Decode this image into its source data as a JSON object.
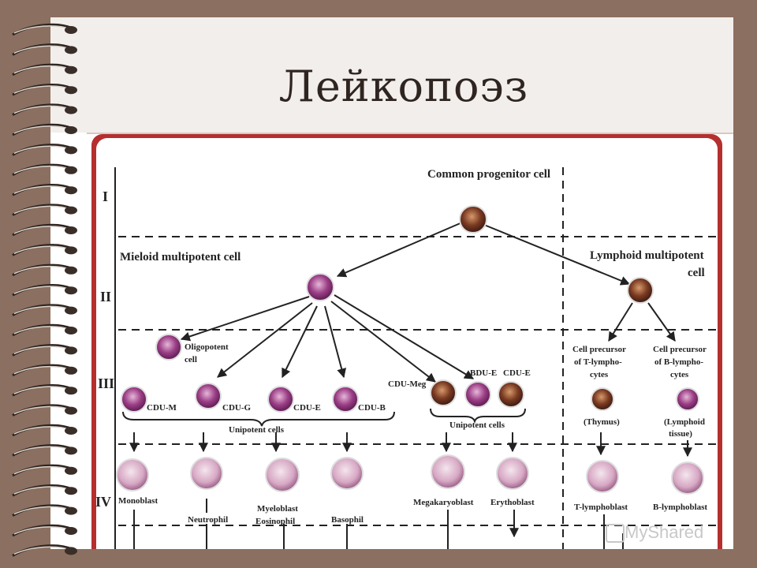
{
  "slide": {
    "title": "Лейкопоэз",
    "watermark": "MyShared"
  },
  "levels": [
    "I",
    "II",
    "III",
    "IV"
  ],
  "nodes": {
    "common": "Common progenitor cell",
    "mieloid": "Mieloid multipotent cell",
    "lymphoid_1": "Lymphoid multipotent",
    "lymphoid_2": "cell",
    "oligo_1": "Oligopotent",
    "oligo_2": "cell",
    "cdu_m": "CDU-M",
    "cdu_g": "CDU-G",
    "cdu_e": "CDU-E",
    "cdu_b": "CDU-B",
    "cdu_meg": "CDU-Meg",
    "bdu_e": "BDU-E",
    "cdu_e2": "CDU-E",
    "unipotent_1": "Unipotent cells",
    "unipotent_2": "Unipotent cells",
    "tprec_1": "Cell precursor",
    "tprec_2": "of T-lympho-",
    "tprec_3": "cytes",
    "bprec_1": "Cell precursor",
    "bprec_2": "of B-lympho-",
    "bprec_3": "cytes",
    "thymus": "(Thymus)",
    "lymphoid_tissue_1": "(Lymphoid",
    "lymphoid_tissue_2": "tissue)",
    "monoblast": "Monoblast",
    "myeloblast": "Myeloblast",
    "neutrophil": "Neutrophil",
    "eosinophil": "Eosinophil",
    "basophil": "Basophil",
    "megakaryoblast": "Megakaryoblast",
    "erythoblast": "Erythoblast",
    "t_lymphoblast": "T-lymphoblast",
    "b_lymphoblast": "B-lymphoblast"
  }
}
